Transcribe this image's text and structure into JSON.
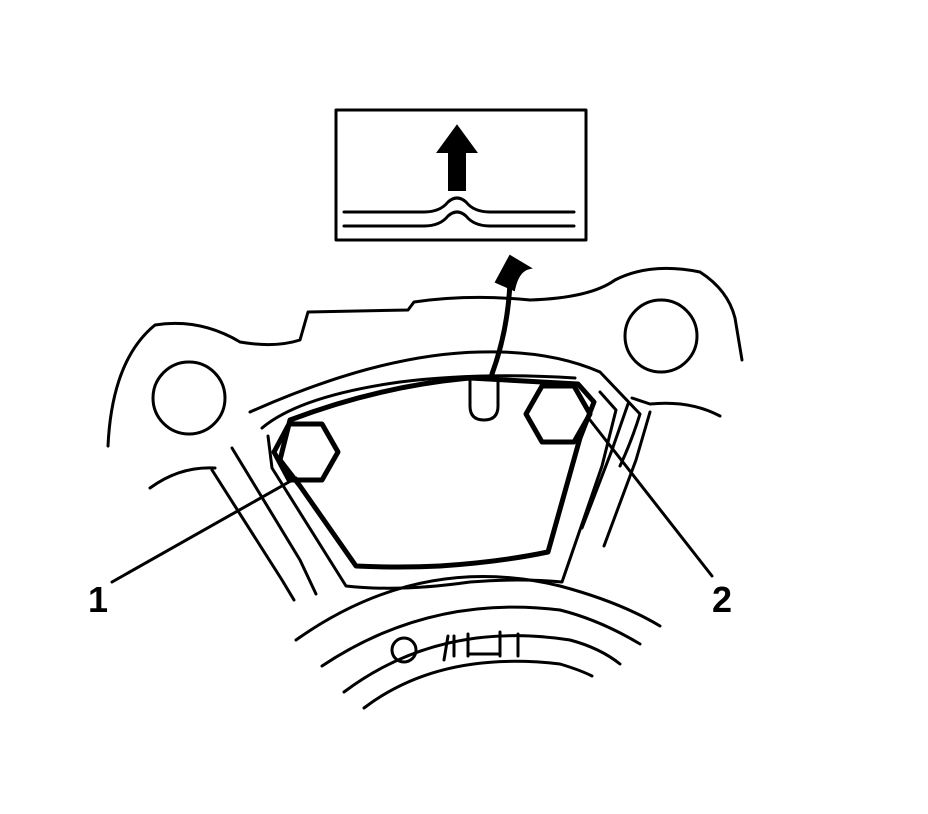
{
  "callouts": [
    {
      "id": "1",
      "label": "1"
    },
    {
      "id": "2",
      "label": "2"
    }
  ],
  "colors": {
    "line": "#000000",
    "background": "#ffffff"
  },
  "icons": [
    "up-arrow-icon",
    "curved-arrow-icon",
    "bolt-head-icon"
  ]
}
